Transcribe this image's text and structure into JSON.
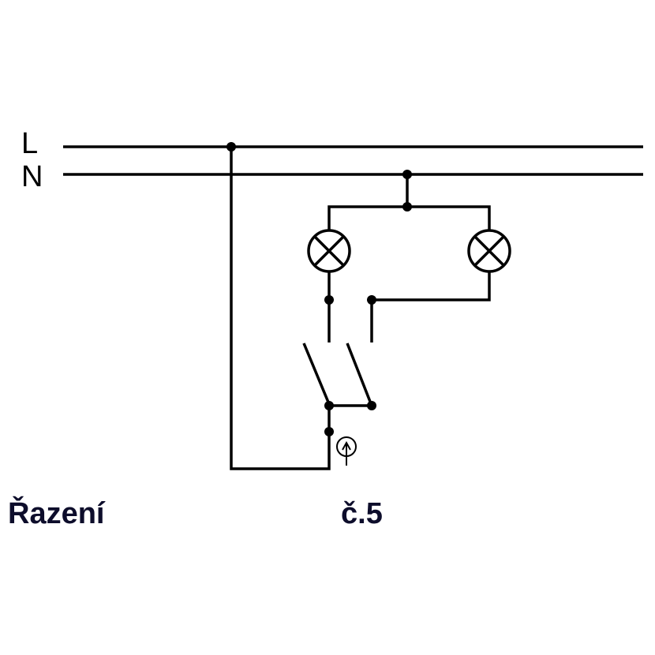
{
  "lines": {
    "live": "L",
    "neutral": "N"
  },
  "caption": {
    "left": "Řazení",
    "right": "č.5"
  },
  "colors": {
    "wire": "#000000",
    "caption": "#0d0d2b"
  }
}
